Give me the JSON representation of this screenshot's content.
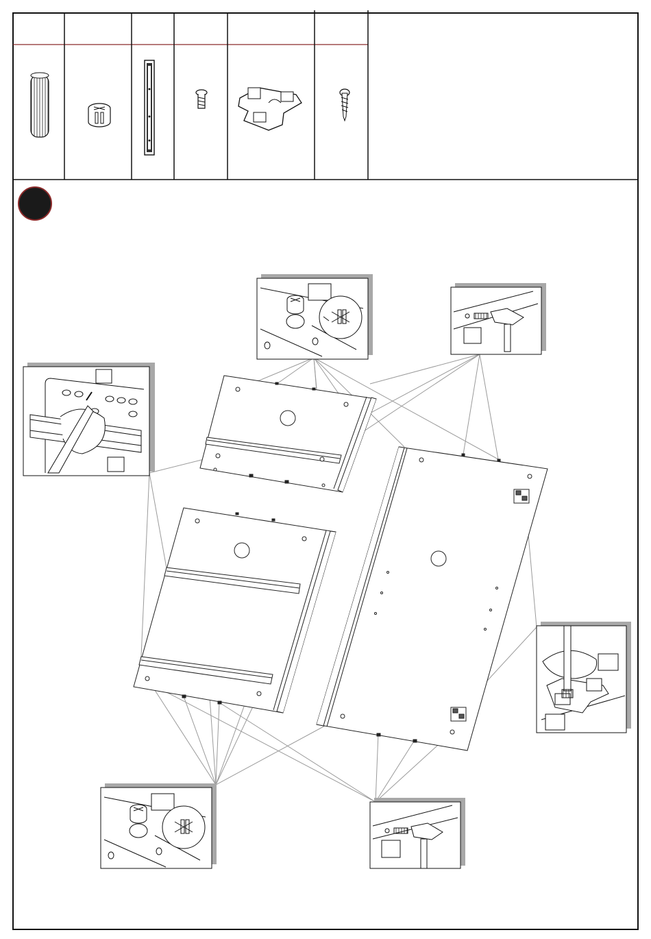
{
  "colors": {
    "ink": "#111111",
    "header_rule": "#8b2a2a",
    "step_badge_fill": "#1a1a1a",
    "step_badge_ring": "#8b2a2a",
    "callout_line": "#9a9a9a",
    "callout_shadow": "#a8a8a8"
  },
  "parts_table": {
    "columns": [
      {
        "name": "wooden-dowel",
        "icon": "dowel-icon",
        "label": ""
      },
      {
        "name": "cam-lock",
        "icon": "cam-lock-icon",
        "label": ""
      },
      {
        "name": "drawer-slide",
        "icon": "drawer-slide-icon",
        "label": ""
      },
      {
        "name": "cam-bolt",
        "icon": "cam-bolt-icon",
        "label": ""
      },
      {
        "name": "hinge-plate",
        "icon": "hinge-plate-icon",
        "label": ""
      },
      {
        "name": "screw",
        "icon": "screw-icon",
        "label": ""
      }
    ]
  },
  "step": {
    "number": ""
  },
  "callouts": [
    {
      "name": "cam-lock-insert-detail",
      "icon": "cam-lock-icon"
    },
    {
      "name": "dowel-hammer-detail",
      "icon": "hammer-icon"
    },
    {
      "name": "slide-screwdriver-detail",
      "icon": "screwdriver-icon"
    },
    {
      "name": "hinge-screwdriver-detail",
      "icon": "screwdriver-icon"
    },
    {
      "name": "cam-lock-insert-detail-lower",
      "icon": "cam-lock-icon"
    },
    {
      "name": "dowel-hammer-detail-lower",
      "icon": "hammer-icon"
    }
  ]
}
